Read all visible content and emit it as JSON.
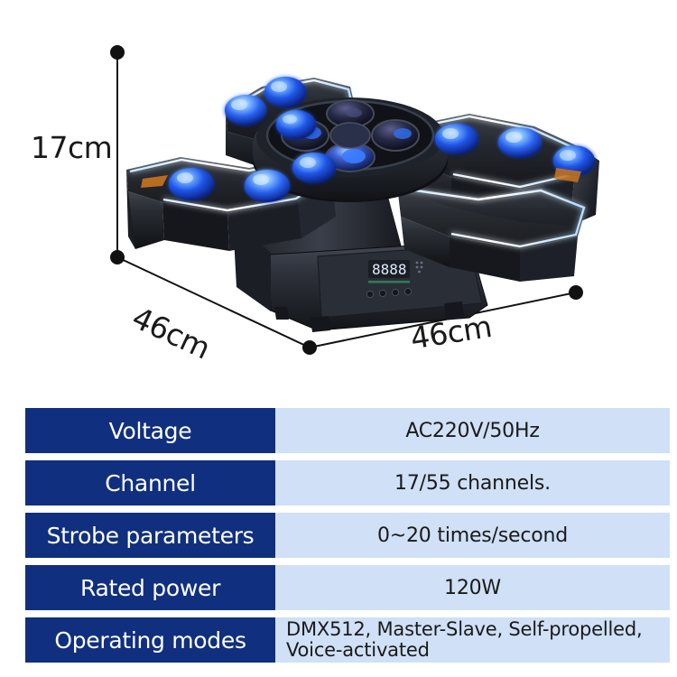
{
  "product": {
    "name": "moving-head-stage-light",
    "body_color": "#2b2f36",
    "led_color": "#2a6cf0",
    "glow_color": "#bfe4ff",
    "display_value": "8888",
    "display_color": "#e8f0ff",
    "button_count": 4
  },
  "dimensions": {
    "height": "17cm",
    "depth": "46cm",
    "width": "46cm"
  },
  "spec_table": {
    "rows": [
      {
        "label": "Voltage",
        "value": "AC220V/50Hz"
      },
      {
        "label": "Channel",
        "value": "17/55 channels."
      },
      {
        "label": "Strobe parameters",
        "value": "0~20 times/second"
      },
      {
        "label": "Rated power",
        "value": "120W"
      },
      {
        "label": "Operating modes",
        "value": "DMX512, Master-Slave, Self-propelled, Voice-activated"
      }
    ],
    "label_bg": "#10307f",
    "value_bg": "#cfe0f7",
    "label_text_color": "#ffffff",
    "value_text_color": "#1a1a1a"
  }
}
